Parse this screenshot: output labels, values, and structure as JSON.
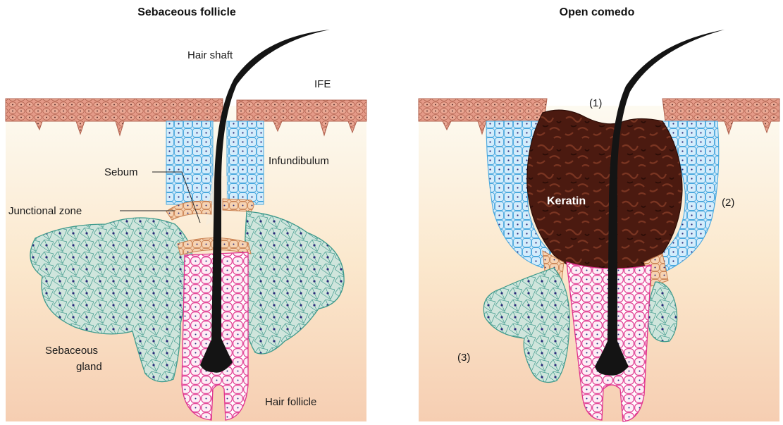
{
  "panels": [
    {
      "title": "Sebaceous follicle",
      "labels": {
        "hair_shaft": "Hair shaft",
        "ife": "IFE",
        "infundibulum": "Infundibulum",
        "sebum": "Sebum",
        "junctional_zone": "Junctional zone",
        "sebaceous_gland_line1": "Sebaceous",
        "sebaceous_gland_line2": "gland",
        "hair_follicle": "Hair follicle"
      }
    },
    {
      "title": "Open comedo",
      "labels": {
        "marker_1": "(1)",
        "marker_2": "(2)",
        "marker_3": "(3)",
        "keratin": "Keratin"
      }
    }
  ],
  "colors": {
    "epidermis": "#e59a88",
    "epidermis_edge": "#b0624f",
    "infundibulum_cells": "#cfe9fb",
    "infundibulum_edge": "#4aa8de",
    "junction_cells": "#f6d3b3",
    "junction_edge": "#c98050",
    "gland_cells": "#cfe5dc",
    "gland_edge": "#3f9a8c",
    "follicle_cells": "#fbe3f0",
    "follicle_edge": "#e0338d",
    "keratin": "#4b1a10",
    "hair": "#141414",
    "nucleus": "#2a2a7a",
    "dermis_top": "#fdfaf1",
    "dermis_bottom": "#f6ceb2"
  }
}
